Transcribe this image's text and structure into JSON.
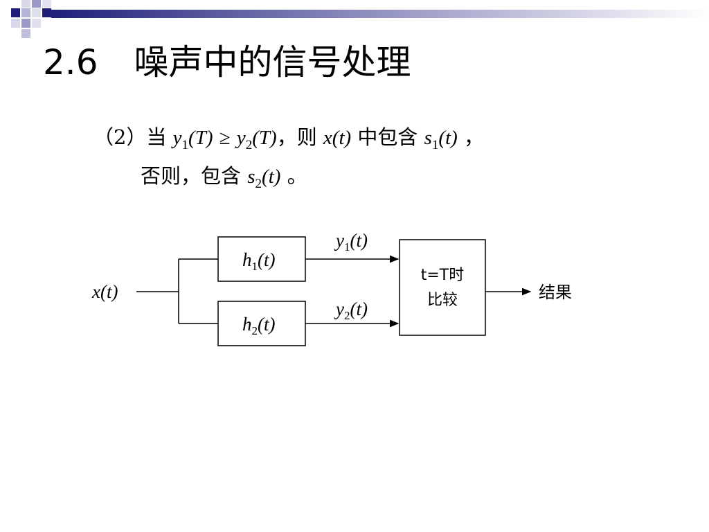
{
  "slide": {
    "number": "2.6",
    "title": "噪声中的信号处理"
  },
  "rule_text": {
    "line1": {
      "prefix": "（2）当",
      "y1_base": "y",
      "y1_sub": "1",
      "y1_arg": "(T)",
      "ge": "≥",
      "y2_base": "y",
      "y2_sub": "2",
      "y2_arg": "(T)",
      "comma1": "，则",
      "x_base": "x",
      "x_arg": "(t)",
      "contains": "中包含",
      "s1_base": "s",
      "s1_sub": "1",
      "s1_arg": "(t)",
      "comma2": "，"
    },
    "line2": {
      "prefix": "否则，包含",
      "s2_base": "s",
      "s2_sub": "2",
      "s2_arg": "(t)",
      "period": "。"
    }
  },
  "diagram": {
    "input_base": "x",
    "input_arg": "(t)",
    "filter1_base": "h",
    "filter1_sub": "1",
    "filter1_arg": "(t)",
    "filter2_base": "h",
    "filter2_sub": "2",
    "filter2_arg": "(t)",
    "out1_base": "y",
    "out1_sub": "1",
    "out1_arg": "(t)",
    "out2_base": "y",
    "out2_sub": "2",
    "out2_arg": "(t)",
    "comparator_line1": "t=T时",
    "comparator_line2": "比较",
    "result": "结果"
  },
  "colors": {
    "accent_navy": "#1f1f7a",
    "accent_mid": "#7f7fb4",
    "accent_light": "#d4d4e6",
    "gradient_end": "#ffffff"
  }
}
